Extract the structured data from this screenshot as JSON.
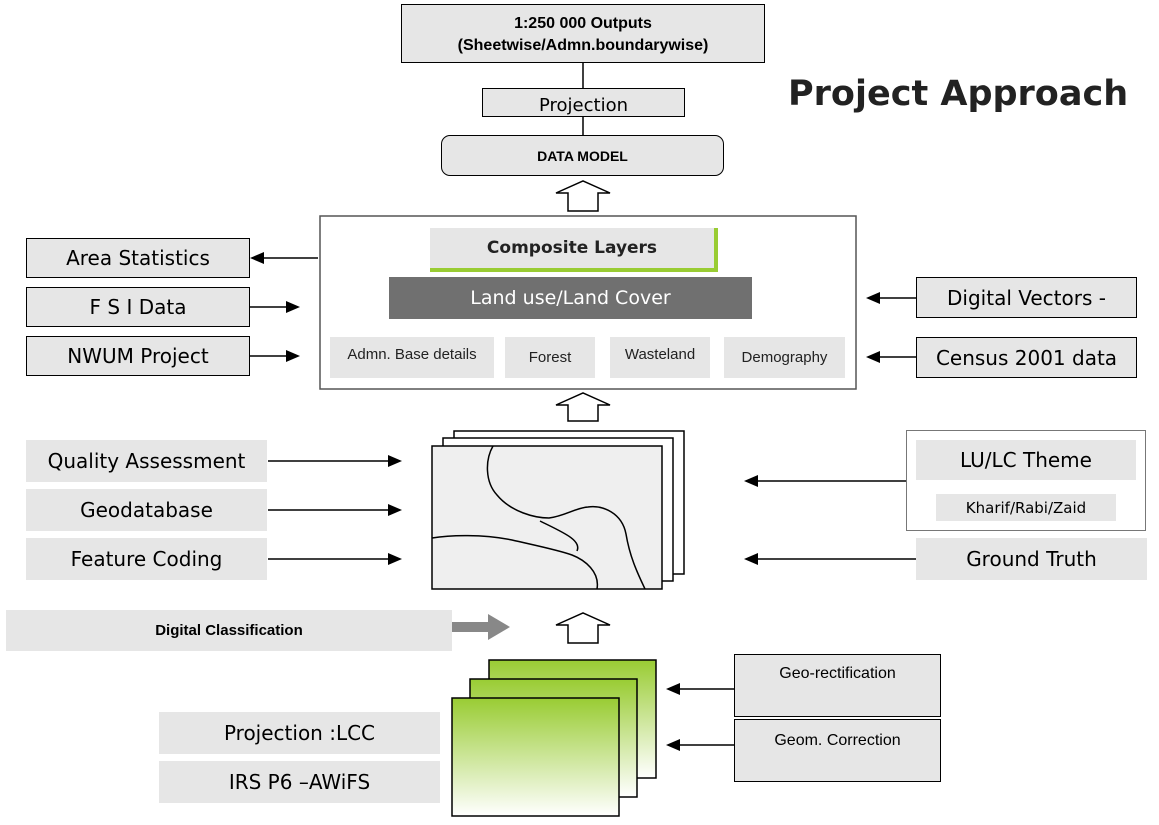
{
  "title": "Project Approach",
  "top": {
    "outputs_line1": "1:250 000 Outputs",
    "outputs_line2": "(Sheetwise/Admn.boundarywise)",
    "projection": "Projection",
    "data_model": "DATA MODEL"
  },
  "composite": {
    "title": "Composite Layers",
    "land_use": "Land use/Land Cover",
    "sub_layers": [
      "Admn. Base details",
      "Forest",
      "Wasteland",
      "Demography"
    ]
  },
  "left_inputs": [
    "Area Statistics",
    "F S I Data",
    "NWUM Project"
  ],
  "right_inputs": [
    "Digital Vectors -",
    "Census 2001 data"
  ],
  "mid_left": [
    "Quality Assessment",
    "Geodatabase",
    "Feature Coding"
  ],
  "mid_right": {
    "theme": "LU/LC Theme",
    "seasons": "Kharif/Rabi/Zaid",
    "ground_truth": "Ground Truth"
  },
  "digital_classification": "Digital Classification",
  "bottom_right": [
    "Geo-rectification",
    "Geom. Correction"
  ],
  "bottom_left": [
    "Projection :LCC",
    "IRS P6 –AWiFS"
  ],
  "colors": {
    "box_fill": "#e6e6e6",
    "land_use_fill": "#707070",
    "accent_green": "#99cc33",
    "arrow_gray": "#888888"
  }
}
